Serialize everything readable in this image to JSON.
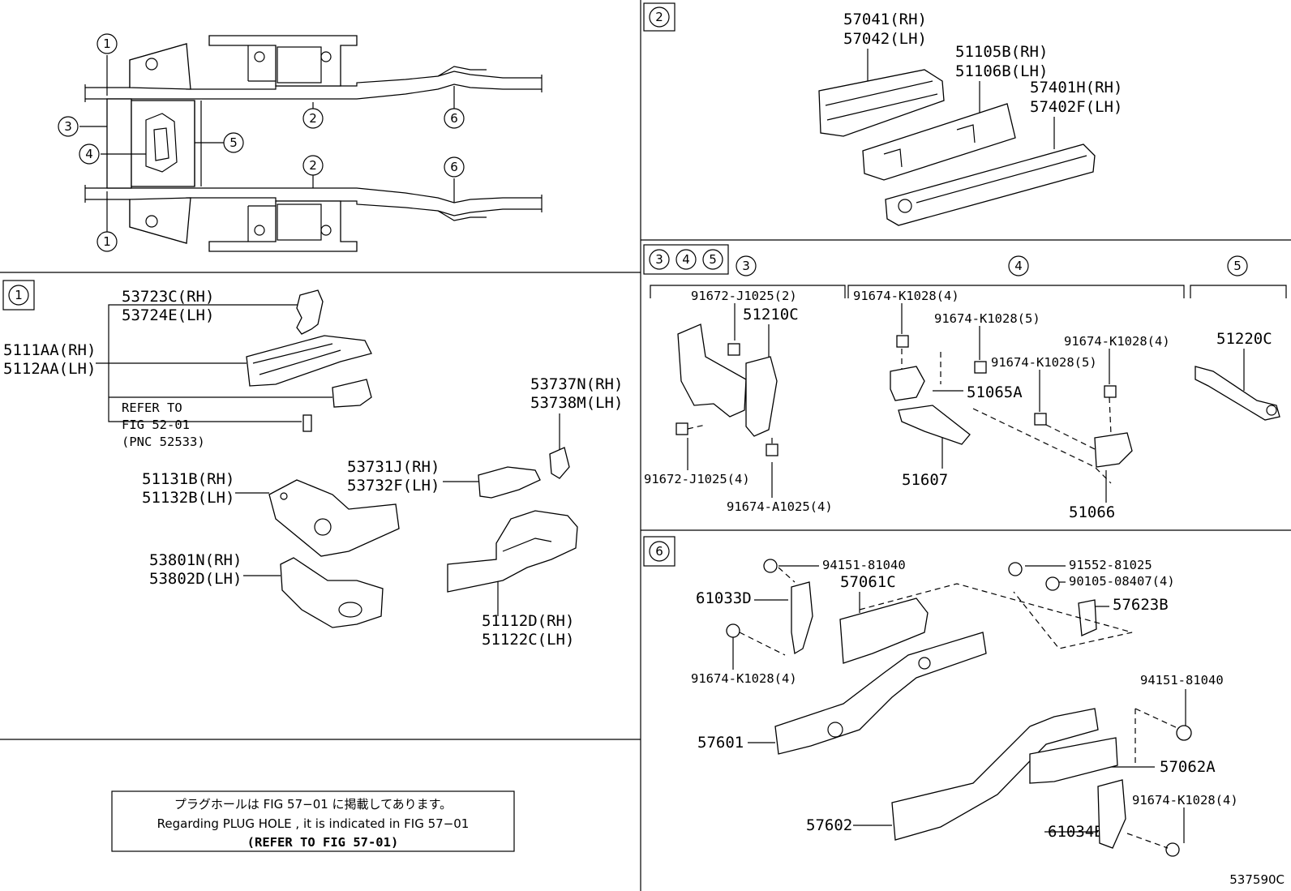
{
  "sections": {
    "overview": {
      "callouts": [
        "1",
        "2",
        "3",
        "4",
        "5",
        "6",
        "2",
        "6",
        "1"
      ]
    },
    "sec1": {
      "tag": "1"
    },
    "sec2": {
      "tag": "2"
    },
    "sec345": {
      "tag_a": "3",
      "tag_b": "4",
      "tag_c": "5",
      "sub3": "3",
      "sub4": "4",
      "sub5": "5"
    },
    "sec6": {
      "tag": "6"
    }
  },
  "labels": {
    "p53723": [
      "53723C(RH)",
      "53724E(LH)"
    ],
    "p5111": [
      "5111AA(RH)",
      "5112AA(LH)"
    ],
    "refer": [
      "REFER TO",
      "FIG 52-01",
      "(PNC 52533)"
    ],
    "p53737": [
      "53737N(RH)",
      "53738M(LH)"
    ],
    "p53731": [
      "53731J(RH)",
      "53732F(LH)"
    ],
    "p51131": [
      "51131B(RH)",
      "51132B(LH)"
    ],
    "p53801": [
      "53801N(RH)",
      "53802D(LH)"
    ],
    "p51112": [
      "51112D(RH)",
      "51122C(LH)"
    ],
    "p57041": [
      "57041(RH)",
      "57042(LH)"
    ],
    "p51105": [
      "51105B(RH)",
      "51106B(LH)"
    ],
    "p57401": [
      "57401H(RH)",
      "57402F(LH)"
    ],
    "b91672a": "91672-J1025(2)",
    "p51210": "51210C",
    "b91672b": "91672-J1025(4)",
    "b91674a": "91674-A1025(4)",
    "b91674k4a": "91674-K1028(4)",
    "b91674k5a": "91674-K1028(5)",
    "b91674k4b": "91674-K1028(4)",
    "b91674k5b": "91674-K1028(5)",
    "p51065": "51065A",
    "p51607": "51607",
    "p51066": "51066",
    "p51220": "51220C",
    "n94151a": "94151-81040",
    "p61033": "61033D",
    "p57061": "57061C",
    "b91674k4c": "91674-K1028(4)",
    "b91552": "91552-81025",
    "b90105": "90105-08407(4)",
    "p57623": "57623B",
    "p57601": "57601",
    "n94151b": "94151-81040",
    "p57062": "57062A",
    "b91674k4d": "91674-K1028(4)",
    "p57602": "57602",
    "p61034": "61034B"
  },
  "note": {
    "jp": "プラグホールは FIG 57−01 に掲載してあります。",
    "en": "Regarding  PLUG  HOLE , it is indicated in FIG  57−01",
    "ref": "(REFER TO FIG 57-01)"
  },
  "figure_id": "537590C"
}
